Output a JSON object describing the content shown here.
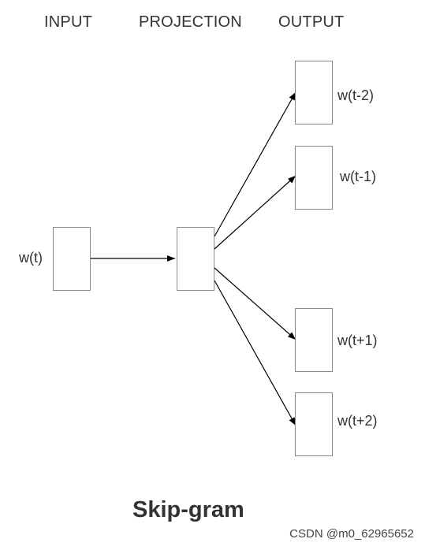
{
  "headers": {
    "input": "INPUT",
    "projection": "PROJECTION",
    "output": "OUTPUT"
  },
  "input_label": "w(t)",
  "output_labels": [
    "w(t-2)",
    "w(t-1)",
    "w(t+1)",
    "w(t+2)"
  ],
  "title": "Skip-gram",
  "watermark": "CSDN @m0_62965652"
}
